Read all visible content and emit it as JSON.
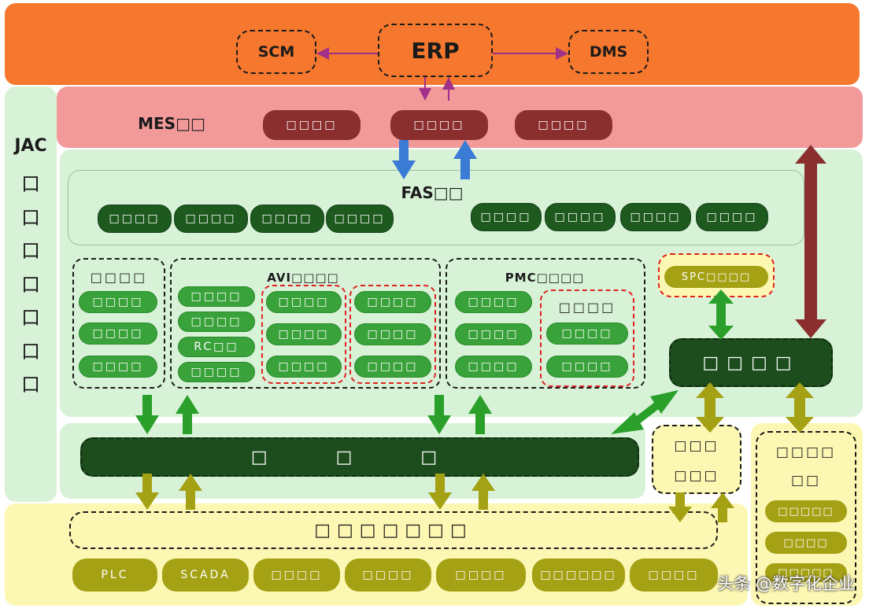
{
  "erp_layer": {
    "scm": "SCM",
    "erp": "ERP",
    "dms": "DMS",
    "colors": {
      "band": "#f5782e"
    }
  },
  "left_column": {
    "title": "JAC",
    "glyphs": [
      "口",
      "口",
      "口",
      "口",
      "口",
      "口",
      "口"
    ]
  },
  "mes_layer": {
    "title": "MES□□",
    "modules": [
      "□□□□",
      "□□□□",
      "□□□□"
    ],
    "colors": {
      "band": "#f29a9a",
      "pill": "#8b2e2e"
    }
  },
  "fas": {
    "title": "FAS□□",
    "modules_left": [
      "□□□□",
      "□□□□",
      "□□□□",
      "□□□□"
    ],
    "modules_right": [
      "□□□□",
      "□□□□",
      "□□□□",
      "□□□□"
    ]
  },
  "group_a": {
    "title": "□□□□",
    "items": [
      "□□□□",
      "□□□□",
      "□□□□"
    ]
  },
  "group_avi": {
    "title": "AVI□□□□",
    "items": [
      "□□□□",
      "□□□□",
      "RC□□",
      "□□□□"
    ],
    "red_box_1": [
      "□□□□",
      "□□□□",
      "□□□□"
    ],
    "red_box_2": [
      "□□□□",
      "□□□□",
      "□□□□"
    ]
  },
  "group_pmc": {
    "title": "PMC□□□□",
    "items": [
      "□□□□",
      "□□□□",
      "□□□□"
    ],
    "red_box": {
      "title": "□□□□",
      "items": [
        "□□□□",
        "□□□□"
      ]
    }
  },
  "spc_box": {
    "label": "SPC□□□□"
  },
  "center_node": {
    "label": "□□□□"
  },
  "bus": {
    "label": "□ □ □"
  },
  "box_a": {
    "lines": [
      "□□□",
      "□□□"
    ]
  },
  "box_b": {
    "lines": [
      "□□□□",
      "□□"
    ],
    "items": [
      "□□□□□",
      "□□□□",
      "□□□□□"
    ]
  },
  "device_layer": {
    "title": "□□□□□□□",
    "items": [
      "PLC",
      "SCADA",
      "□□□□",
      "□□□□",
      "□□□□",
      "□□□□□□",
      "□□□□"
    ]
  },
  "watermark": "头条 @数字化企业",
  "colors": {
    "green_band": "#d8f2d8",
    "dark_green": "#1d4d1d",
    "medium_green": "#3aa23a",
    "yellow_band": "#fcf7b2",
    "olive": "#a5a114",
    "red_dash": "#e02020",
    "blue_arrow": "#3a7bd5",
    "magenta_arrow": "#a0308a",
    "maroon_arrow": "#8b2e2e"
  }
}
